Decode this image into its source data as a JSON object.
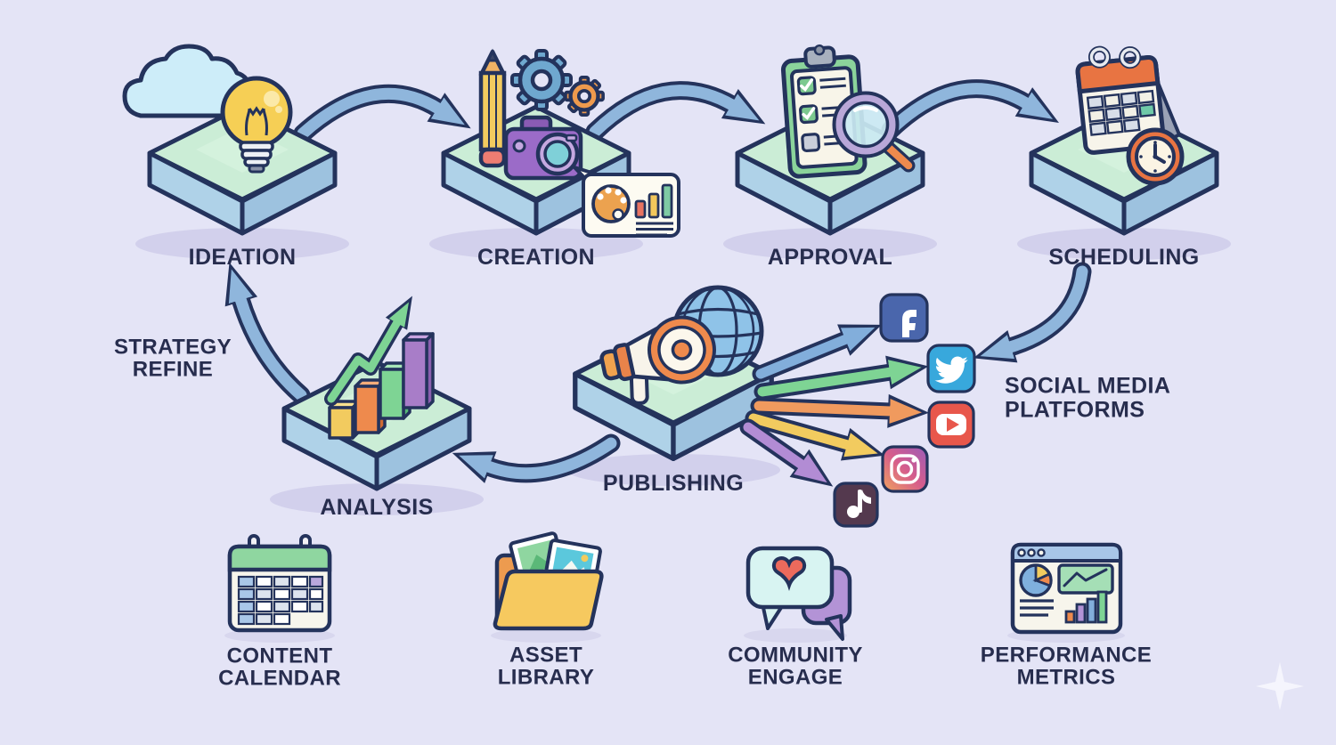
{
  "stages": [
    {
      "id": "ideation",
      "label": "IDEATION",
      "icon": "lightbulb-cloud-icon"
    },
    {
      "id": "creation",
      "label": "CREATION",
      "icon": "pencil-gears-camera-icon"
    },
    {
      "id": "approval",
      "label": "APPROVAL",
      "icon": "clipboard-magnifier-icon"
    },
    {
      "id": "scheduling",
      "label": "SCHEDULING",
      "icon": "calendar-clock-icon"
    },
    {
      "id": "publishing",
      "label": "PUBLISHING",
      "icon": "megaphone-globe-icon"
    },
    {
      "id": "analysis",
      "label": "ANALYSIS",
      "icon": "growth-bar-chart-icon"
    }
  ],
  "annotations": {
    "strategy_refine": {
      "line1": "STRATEGY",
      "line2": "REFINE"
    },
    "social_media": {
      "line1": "SOCIAL MEDIA",
      "line2": "PLATFORMS"
    }
  },
  "resources": [
    {
      "line1": "CONTENT",
      "line2": "CALENDAR",
      "icon": "content-calendar-icon"
    },
    {
      "line1": "ASSET",
      "line2": "LIBRARY",
      "icon": "asset-library-folder-icon"
    },
    {
      "line1": "COMMUNITY",
      "line2": "ENGAGE",
      "icon": "chat-heart-icon"
    },
    {
      "line1": "PERFORMANCE",
      "line2": "METRICS",
      "icon": "metrics-dashboard-icon"
    }
  ],
  "social": {
    "platforms": [
      {
        "name": "Facebook",
        "icon": "facebook-icon",
        "color": "#4A66AC"
      },
      {
        "name": "Twitter",
        "icon": "twitter-icon",
        "color": "#38A8DC"
      },
      {
        "name": "YouTube",
        "icon": "youtube-icon",
        "color": "#E8574B"
      },
      {
        "name": "Instagram",
        "icon": "instagram-icon",
        "color": "#C8558C"
      },
      {
        "name": "TikTok",
        "icon": "tiktok-icon",
        "color": "#54394E"
      }
    ]
  },
  "flow": {
    "sequence": [
      "IDEATION",
      "CREATION",
      "APPROVAL",
      "SCHEDULING",
      "PUBLISHING",
      "ANALYSIS"
    ],
    "fan_arrows": [
      {
        "to": "Facebook",
        "color": "#82AEDB"
      },
      {
        "to": "Twitter",
        "color": "#7ED494"
      },
      {
        "to": "YouTube",
        "color": "#F09A5E"
      },
      {
        "to": "Instagram",
        "color": "#F2CB5F"
      },
      {
        "to": "TikTok",
        "color": "#B28CD4"
      }
    ]
  },
  "colors": {
    "background": "#E4E4F6",
    "platform_top": "#CBEDD6",
    "platform_side_left": "#AFD2E8",
    "platform_side_right": "#9DC2DF",
    "outline": "#24335C",
    "arrow_blue": "#8FB6DC",
    "label_text": "#272D4E"
  }
}
